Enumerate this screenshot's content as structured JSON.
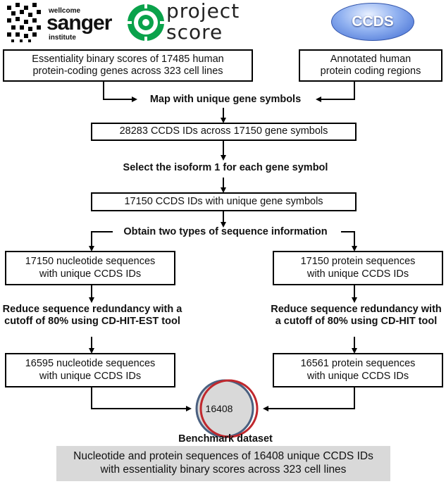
{
  "logos": {
    "sanger": {
      "top_word": "wellcome",
      "main_word": "sanger",
      "bottom_word": "institute"
    },
    "project_score": {
      "text": "project\nscore",
      "icon": "target-icon"
    },
    "ccds": {
      "text": "CCDS"
    }
  },
  "colors": {
    "border": "#000000",
    "final_bg": "#d9d9d9",
    "venn_blue": "#4a6080",
    "venn_red": "#c0282d",
    "venn_fill": "#d9d9d9",
    "ps_green": "#0aa24b"
  },
  "boxes": {
    "essentiality": "Essentiality binary scores of 17485 human\nprotein-coding genes across 323 cell lines",
    "annotated": "Annotated human\nprotein coding regions",
    "ccds_ids": "28283 CCDS IDs across 17150 gene symbols",
    "unique_symbols": "17150 CCDS IDs with unique gene symbols",
    "nucleotide_17150": "17150 nucleotide sequences\nwith unique CCDS IDs",
    "protein_17150": "17150 protein sequences\nwith unique CCDS IDs",
    "nucleotide_16595": "16595 nucleotide sequences\nwith unique CCDS IDs",
    "protein_16561": "16561 protein sequences\nwith unique CCDS IDs"
  },
  "steps": {
    "map": "Map with unique gene symbols",
    "isoform": "Select the isoform 1 for each gene symbol",
    "obtain": "Obtain two types of sequence information",
    "reduce_left": "Reduce sequence redundancy with a\ncutoff of 80% using CD-HIT-EST tool",
    "reduce_right": "Reduce sequence redundancy with\na cutoff of 80% using CD-HIT tool"
  },
  "overlap": "16408",
  "benchmark_label": "Benchmark dataset",
  "final": "Nucleotide and protein sequences of 16408 unique CCDS IDs\nwith essentiality binary scores across 323 cell lines"
}
